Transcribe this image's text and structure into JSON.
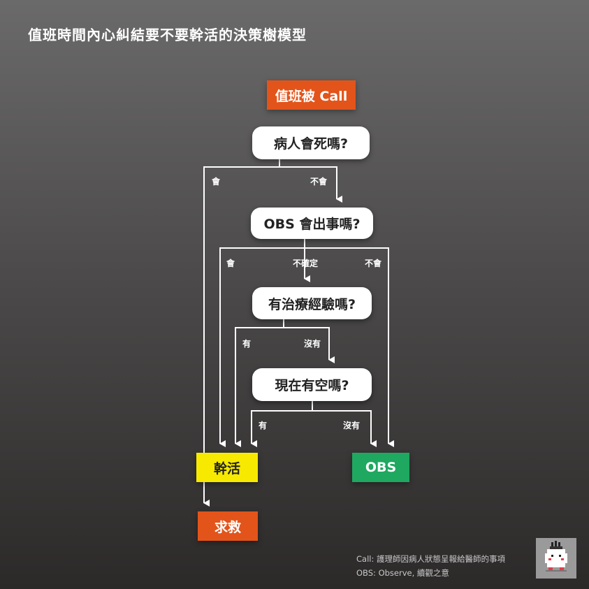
{
  "title": "值班時間內心糾結要不要幹活的決策樹模型",
  "nodes": {
    "start": "值班被 Call",
    "q_die": "病人會死嗎?",
    "q_obs": "OBS 會出事嗎?",
    "q_exp": "有治療經驗嗎?",
    "q_time": "現在有空嗎?",
    "work": "幹活",
    "obs": "OBS",
    "help": "求救"
  },
  "edge_labels": {
    "die_yes": "會",
    "die_no": "不會",
    "obs_yes": "會",
    "obs_unsure": "不確定",
    "obs_no": "不會",
    "exp_yes": "有",
    "exp_no": "沒有",
    "time_yes": "有",
    "time_no": "沒有"
  },
  "footnotes": {
    "call": "Call: 護理師因病人狀態呈報給醫師的事項",
    "obs": "OBS: Observe, 續觀之意"
  },
  "colors": {
    "orange": "#e3541a",
    "yellow": "#f7ea00",
    "green": "#1fa860",
    "white": "#ffffff"
  }
}
